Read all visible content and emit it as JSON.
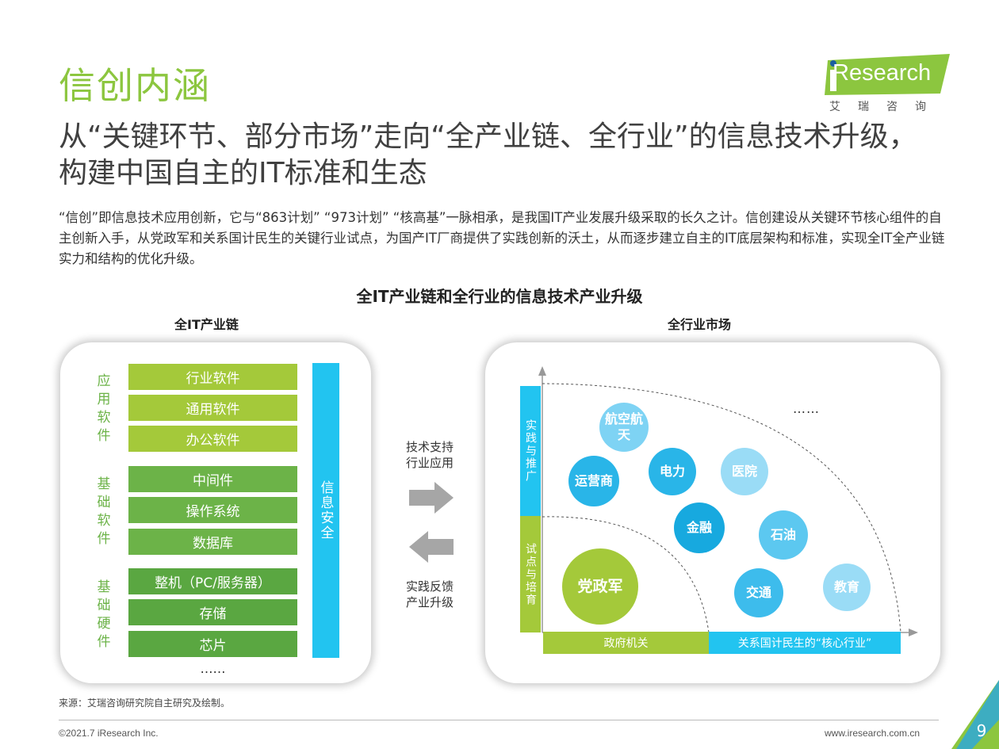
{
  "header": {
    "title": "信创内涵",
    "subtitle": "从“关键环节、部分市场”走向“全产业链、全行业”的信息技术升级，构建中国自主的IT标准和生态",
    "intro": "“信创”即信息技术应用创新，它与“863计划” “973计划” “核高基”一脉相承，是我国IT产业发展升级采取的长久之计。信创建设从关键环节核心组件的自主创新入手，从党政军和关系国计民生的关键行业试点，为国产IT厂商提供了实践创新的沃土，从而逐步建立自主的IT底层架构和标准，实现全IT全产业链实力和结构的优化升级。"
  },
  "logo": {
    "word": "Research",
    "i": "i",
    "cn": "艾瑞咨询"
  },
  "diagram": {
    "title": "全IT产业链和全行业的信息技术产业升级",
    "left": {
      "title": "全IT产业链",
      "groups": [
        {
          "label": "应用软件",
          "items": [
            "行业软件",
            "通用软件",
            "办公软件"
          ]
        },
        {
          "label": "基础软件",
          "items": [
            "中间件",
            "操作系统",
            "数据库"
          ]
        },
        {
          "label": "基础硬件",
          "items": [
            "整机（PC/服务器）",
            "存储",
            "芯片"
          ]
        }
      ],
      "side_bar": "信息安全",
      "more": "……"
    },
    "middle": {
      "top_label_1": "技术支持",
      "top_label_2": "行业应用",
      "bottom_label_1": "实践反馈",
      "bottom_label_2": "产业升级"
    },
    "right": {
      "title": "全行业市场",
      "y_top": "实践与推广",
      "y_bottom": "试点与培育",
      "x_left": "政府机关",
      "x_right": "关系国计民生的“核心行业”",
      "more": "……",
      "bubbles": [
        {
          "id": "aerospace",
          "text": "航空航天",
          "color": "#7ed3f4"
        },
        {
          "id": "carrier",
          "text": "运营商",
          "color": "#29b5e8"
        },
        {
          "id": "power",
          "text": "电力",
          "color": "#29b5e8"
        },
        {
          "id": "hospital",
          "text": "医院",
          "color": "#9adcf6"
        },
        {
          "id": "finance",
          "text": "金融",
          "color": "#17a9df"
        },
        {
          "id": "oil",
          "text": "石油",
          "color": "#5cc8f0"
        },
        {
          "id": "party",
          "text": "党政军",
          "color": "#a4c93a"
        },
        {
          "id": "transport",
          "text": "交通",
          "color": "#3dbcec"
        },
        {
          "id": "education",
          "text": "教育",
          "color": "#9adcf6"
        }
      ]
    }
  },
  "footer": {
    "source": "来源：艾瑞咨询研究院自主研究及绘制。",
    "copyright": "©2021.7 iResearch Inc.",
    "website": "www.iresearch.com.cn",
    "page": "9"
  },
  "colors": {
    "green": "#8cc63f",
    "cyan": "#22c4f0",
    "lime": "#a4c93a"
  }
}
